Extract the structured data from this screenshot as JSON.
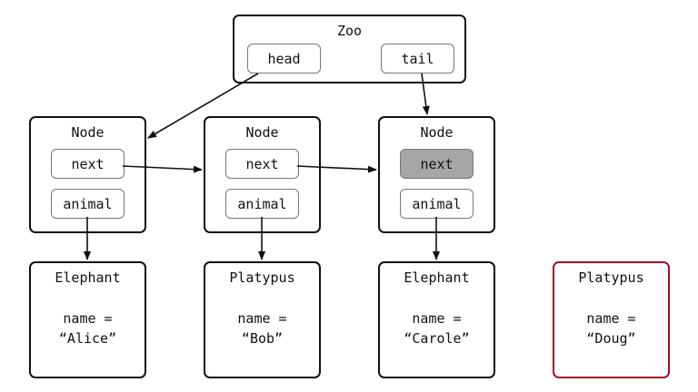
{
  "zoo": {
    "title": "Zoo",
    "head_label": "head",
    "tail_label": "tail"
  },
  "nodes": [
    {
      "title": "Node",
      "next_label": "next",
      "animal_label": "animal",
      "next_highlighted": false
    },
    {
      "title": "Node",
      "next_label": "next",
      "animal_label": "animal",
      "next_highlighted": false
    },
    {
      "title": "Node",
      "next_label": "next",
      "animal_label": "animal",
      "next_highlighted": true
    }
  ],
  "animals": [
    {
      "type": "Elephant",
      "name_line": "name =",
      "name_value": "“Alice”"
    },
    {
      "type": "Platypus",
      "name_line": "name =",
      "name_value": "“Bob”"
    },
    {
      "type": "Elephant",
      "name_line": "name =",
      "name_value": "“Carole”"
    },
    {
      "type": "Platypus",
      "name_line": "name =",
      "name_value": "“Doug”"
    }
  ],
  "colors": {
    "border": "#111111",
    "field_border": "#777777",
    "highlight_fill": "#a6a6a6",
    "orphan_border": "#a50d24"
  }
}
